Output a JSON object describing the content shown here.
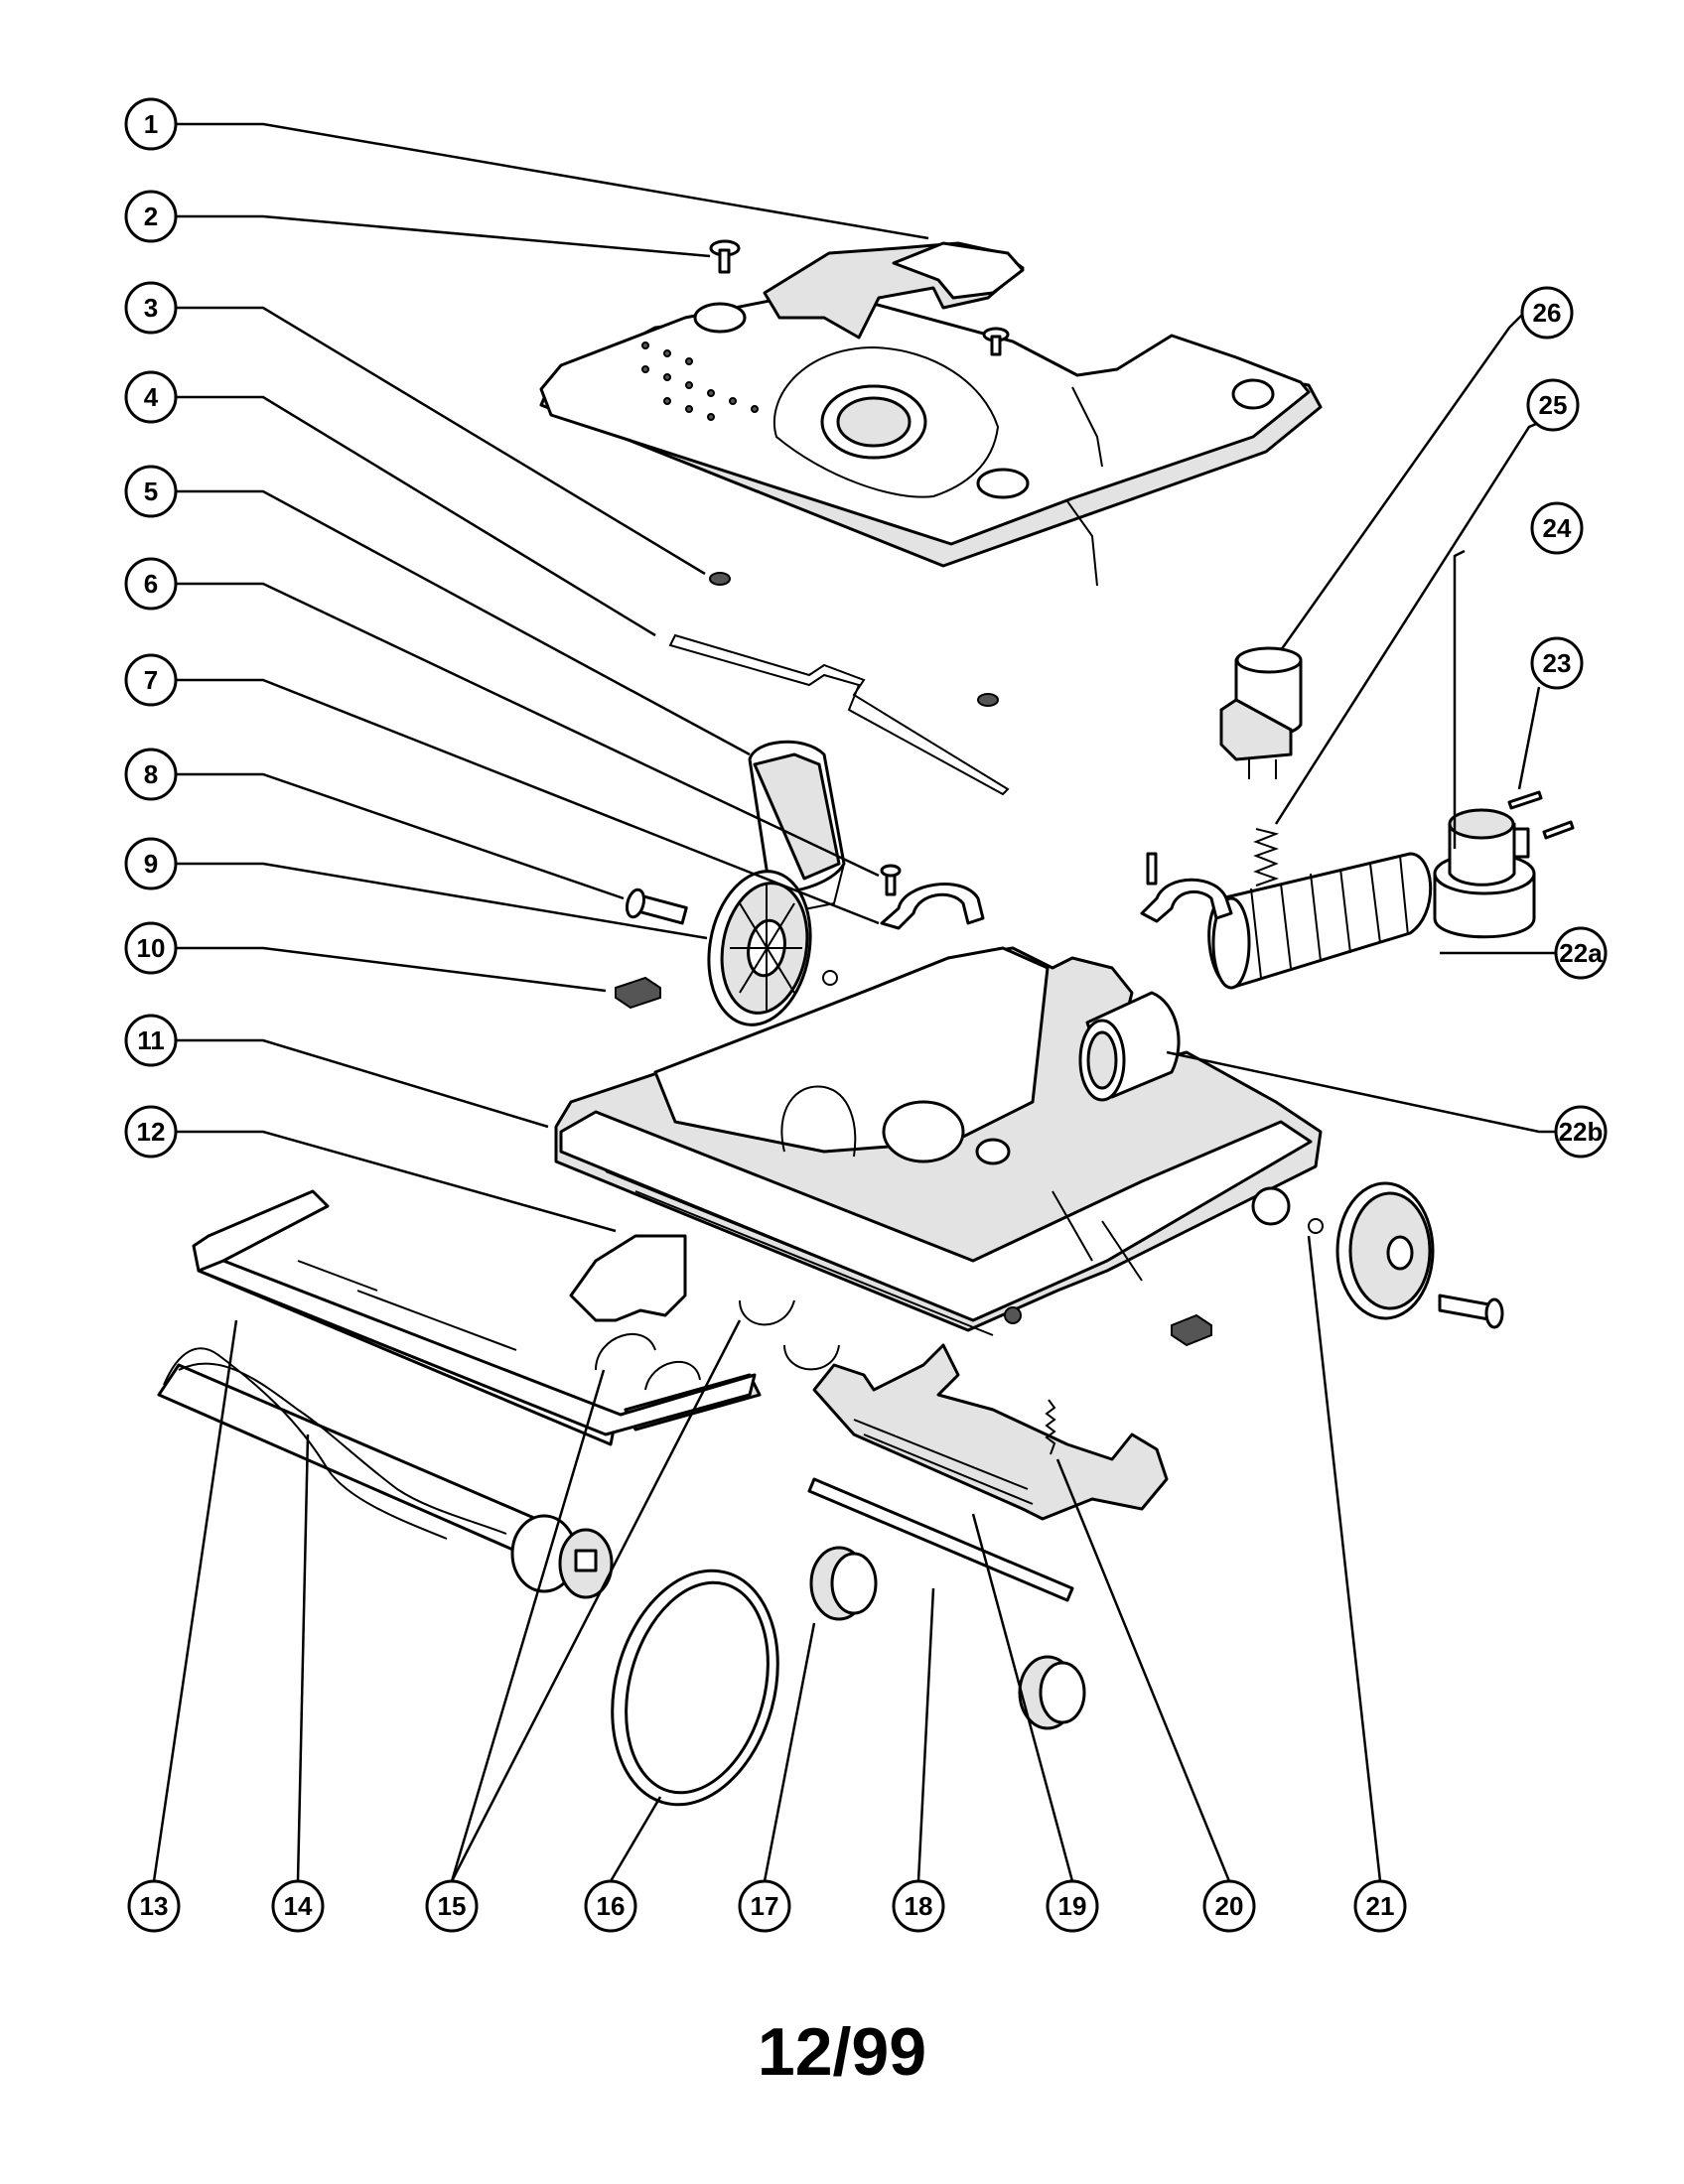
{
  "diagram": {
    "date_code": "12/99",
    "callouts": [
      {
        "id": "c1",
        "label": "1"
      },
      {
        "id": "c2",
        "label": "2"
      },
      {
        "id": "c3",
        "label": "3"
      },
      {
        "id": "c4",
        "label": "4"
      },
      {
        "id": "c5",
        "label": "5"
      },
      {
        "id": "c6",
        "label": "6"
      },
      {
        "id": "c7",
        "label": "7"
      },
      {
        "id": "c8",
        "label": "8"
      },
      {
        "id": "c9",
        "label": "9"
      },
      {
        "id": "c10",
        "label": "10"
      },
      {
        "id": "c11",
        "label": "11"
      },
      {
        "id": "c12",
        "label": "12"
      },
      {
        "id": "c13",
        "label": "13"
      },
      {
        "id": "c14",
        "label": "14"
      },
      {
        "id": "c15",
        "label": "15"
      },
      {
        "id": "c16",
        "label": "16"
      },
      {
        "id": "c17",
        "label": "17"
      },
      {
        "id": "c18",
        "label": "18"
      },
      {
        "id": "c19",
        "label": "19"
      },
      {
        "id": "c20",
        "label": "20"
      },
      {
        "id": "c21",
        "label": "21"
      },
      {
        "id": "c22a",
        "label": "22a"
      },
      {
        "id": "c22b",
        "label": "22b"
      },
      {
        "id": "c23",
        "label": "23"
      },
      {
        "id": "c24",
        "label": "24"
      },
      {
        "id": "c25",
        "label": "25"
      },
      {
        "id": "c26",
        "label": "26"
      }
    ]
  }
}
